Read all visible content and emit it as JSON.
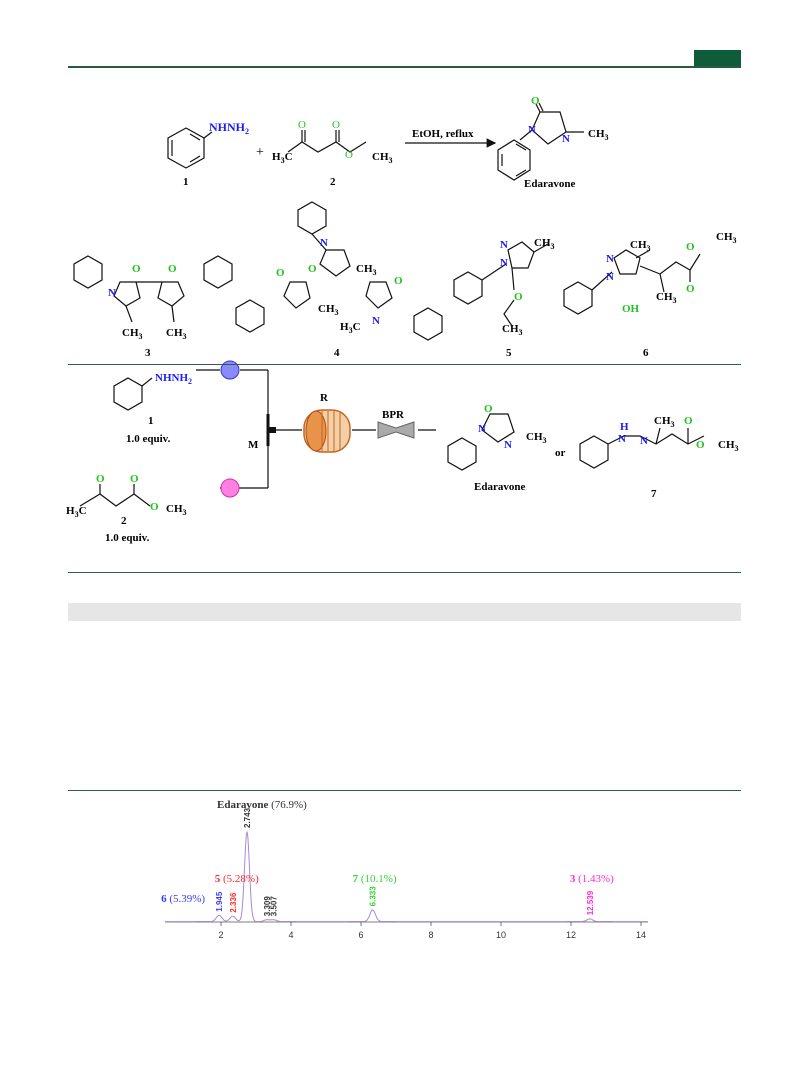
{
  "scheme1": {
    "reagent1": {
      "group": "NHNH",
      "sub": "2",
      "number": "1"
    },
    "plus": "+",
    "reagent2": {
      "o1": "O",
      "o2": "O",
      "o3": "O",
      "h3c": "H",
      "h3c_sub": "3",
      "h3c_c": "C",
      "ch3": "CH",
      "ch3_sub": "3",
      "number": "2"
    },
    "arrow_label": "EtOH, reflux",
    "product": {
      "o": "O",
      "n1": "N",
      "n2": "N",
      "ch3": "CH",
      "ch3_sub": "3",
      "name": "Edaravone"
    }
  },
  "byproducts": [
    {
      "number": "3",
      "o_left": "O",
      "o_right": "O",
      "n": "N",
      "ch3": "CH",
      "sub": "3"
    },
    {
      "number": "4",
      "o": "O",
      "n": "N",
      "ch3": "CH",
      "h3c": "H",
      "c": "C",
      "sub": "3"
    },
    {
      "number": "5",
      "n": "N",
      "o": "O",
      "ch3": "CH",
      "sub": "3"
    },
    {
      "number": "6",
      "n": "N",
      "oh": "OH",
      "o": "O",
      "ch3": "CH",
      "sub": "3"
    }
  ],
  "flow": {
    "reagent1": {
      "group": "NHNH",
      "sub": "2",
      "number": "1",
      "equiv": "1.0 equiv."
    },
    "reagent2": {
      "number": "2",
      "equiv": "1.0 equiv.",
      "o": "O",
      "h3c": "H",
      "c": "C",
      "ch3": "CH",
      "sub": "3"
    },
    "mixer": "M",
    "reactor": "R",
    "bpr": "BPR",
    "product_name": "Edaravone",
    "or": "or",
    "product7": {
      "number": "7",
      "h": "H",
      "n": "N",
      "o": "O",
      "ch3": "CH",
      "sub": "3"
    }
  },
  "chromatogram": {
    "peaks": [
      {
        "label_num": "6",
        "label_pct": "(5.39%)",
        "rt": "1.945",
        "rt_value": 1.945,
        "height": 0.07,
        "color": "#3a3aff"
      },
      {
        "label_num": "5",
        "label_pct": "(5.28%)",
        "rt": "2.336",
        "rt_value": 2.336,
        "height": 0.06,
        "color": "#ff2a2a"
      },
      {
        "label_num": "Edaravone",
        "label_pct": "(76.9%)",
        "rt": "2.743",
        "rt_value": 2.743,
        "height": 1.0,
        "color": "#333333"
      },
      {
        "label_num": "",
        "label_pct": "",
        "rt": "3.309",
        "rt_value": 3.309,
        "height": 0.02,
        "color": "#333333"
      },
      {
        "label_num": "",
        "label_pct": "",
        "rt": "3.507",
        "rt_value": 3.507,
        "height": 0.02,
        "color": "#333333"
      },
      {
        "label_num": "7",
        "label_pct": "(10.1%)",
        "rt": "6.333",
        "rt_value": 6.333,
        "height": 0.13,
        "color": "#2fd62f"
      },
      {
        "label_num": "3",
        "label_pct": "(1.43%)",
        "rt": "12.539",
        "rt_value": 12.539,
        "height": 0.03,
        "color": "#ff2ad4"
      }
    ],
    "x_ticks": [
      "2",
      "4",
      "6",
      "8",
      "10",
      "12",
      "14"
    ],
    "x_min": 0.4,
    "x_max": 14.2
  }
}
